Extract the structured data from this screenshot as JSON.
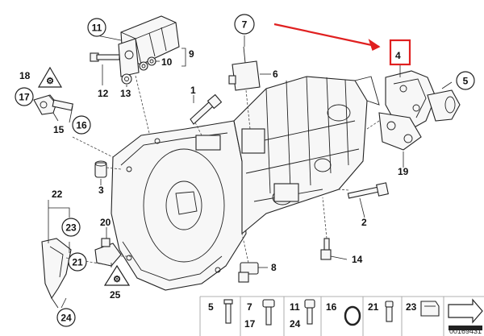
{
  "callouts": {
    "c11": "11",
    "c9": "9",
    "c10": "10",
    "c12": "12",
    "c13": "13",
    "c7": "7",
    "c6": "6",
    "c1": "1",
    "c4": "4",
    "c5": "5",
    "c18": "18",
    "c17": "17",
    "c15": "15",
    "c16": "16",
    "c3": "3",
    "c19": "19",
    "c2": "2",
    "c22": "22",
    "c23": "23",
    "c21": "21",
    "c24": "24",
    "c20": "20",
    "c25": "25",
    "c8": "8",
    "c14": "14"
  },
  "legend": {
    "l5": "5",
    "l7": "7",
    "l17": "17",
    "l11": "11",
    "l24": "24",
    "l16": "16",
    "l21": "21",
    "l23": "23"
  },
  "catalog_number": "00169431",
  "colors": {
    "highlight": "#e02020",
    "line": "#222222"
  }
}
